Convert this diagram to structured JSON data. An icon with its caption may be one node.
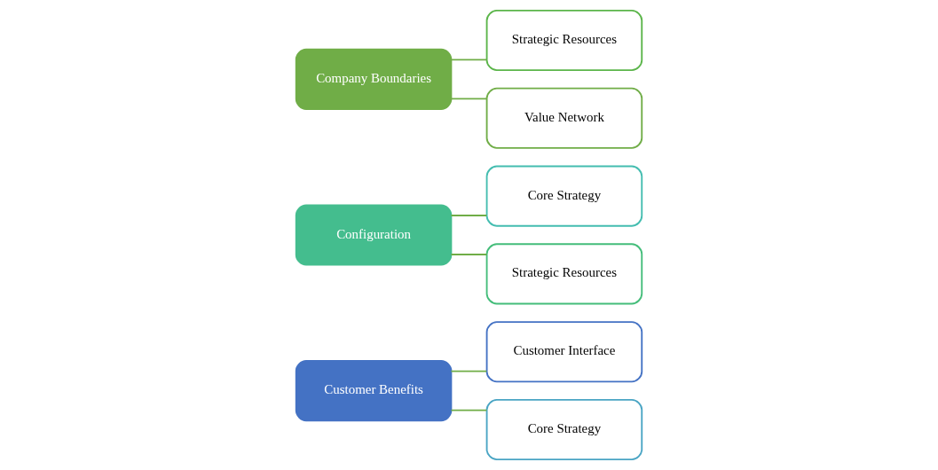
{
  "diagram": {
    "nodes": [
      {
        "text": [
          "Customer Benefits"
        ]
      },
      {
        "text": [
          "Customer Interface"
        ]
      },
      {
        "text": [
          "Core Strategy"
        ]
      },
      {
        "text": [
          "Configuration"
        ]
      },
      {
        "text": [
          "Core Strategy"
        ]
      },
      {
        "text": [
          "Strategic Resources"
        ]
      },
      {
        "text": [
          "Company Boundaries"
        ]
      },
      {
        "text": [
          "Strategic Resources"
        ]
      },
      {
        "text": [
          "Value Network"
        ]
      }
    ],
    "edges": [
      {
        "from": 0,
        "to": 1,
        "arrow": "none"
      },
      {
        "from": 0,
        "to": 2,
        "arrow": "none"
      },
      {
        "from": 3,
        "to": 4,
        "arrow": "none"
      },
      {
        "from": 3,
        "to": 5,
        "arrow": "none"
      },
      {
        "from": 6,
        "to": 7,
        "arrow": "none"
      },
      {
        "from": 6,
        "to": 8,
        "arrow": "none"
      }
    ]
  }
}
